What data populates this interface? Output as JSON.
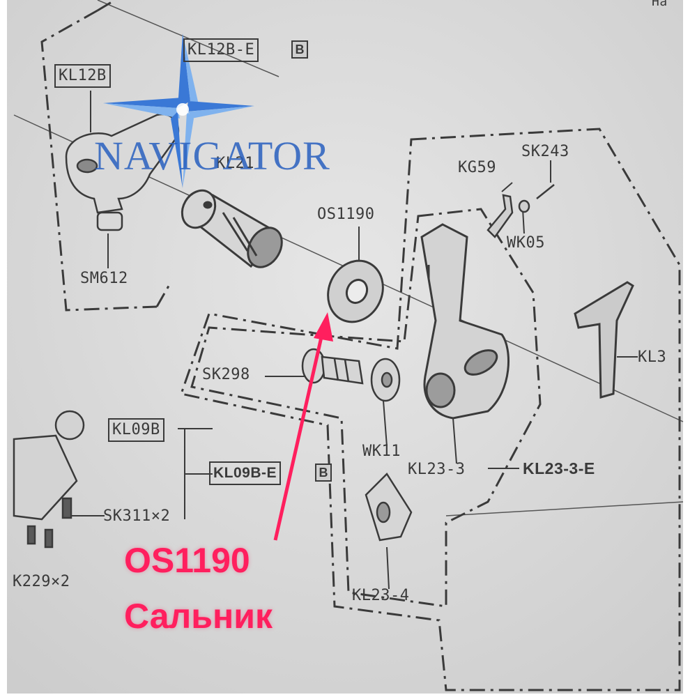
{
  "brand": {
    "name": "NAVIGATOR",
    "colors": {
      "primary": "#2b62c2",
      "accent": "#2fa84f"
    }
  },
  "corner_text": "Ha",
  "labels": {
    "kl12b_e": "KL12B-E",
    "kl12b_e_badge": "B",
    "kl12b": "KL12B",
    "kl21": "KL21",
    "sm612": "SM612",
    "os1190": "OS1190",
    "kg59": "KG59",
    "sk243": "SK243",
    "wk05": "WK05",
    "kl3": "KL3",
    "sk298": "SK298",
    "kl09b": "KL09B",
    "kl09b_e": "KL09B-E",
    "kl09b_e_badge": "B",
    "sk311": "SK311×2",
    "sk229": "K229×2",
    "wk11": "WK11",
    "kl23_3": "KL23-3",
    "kl23_3_e": "KL23-3-E",
    "kl23_4": "KL23-4"
  },
  "callout": {
    "code": "OS1190",
    "name": "Сальник",
    "color": "#ff1f5e"
  },
  "colors": {
    "paper": "#dedede",
    "ink": "#3a3a3a"
  }
}
